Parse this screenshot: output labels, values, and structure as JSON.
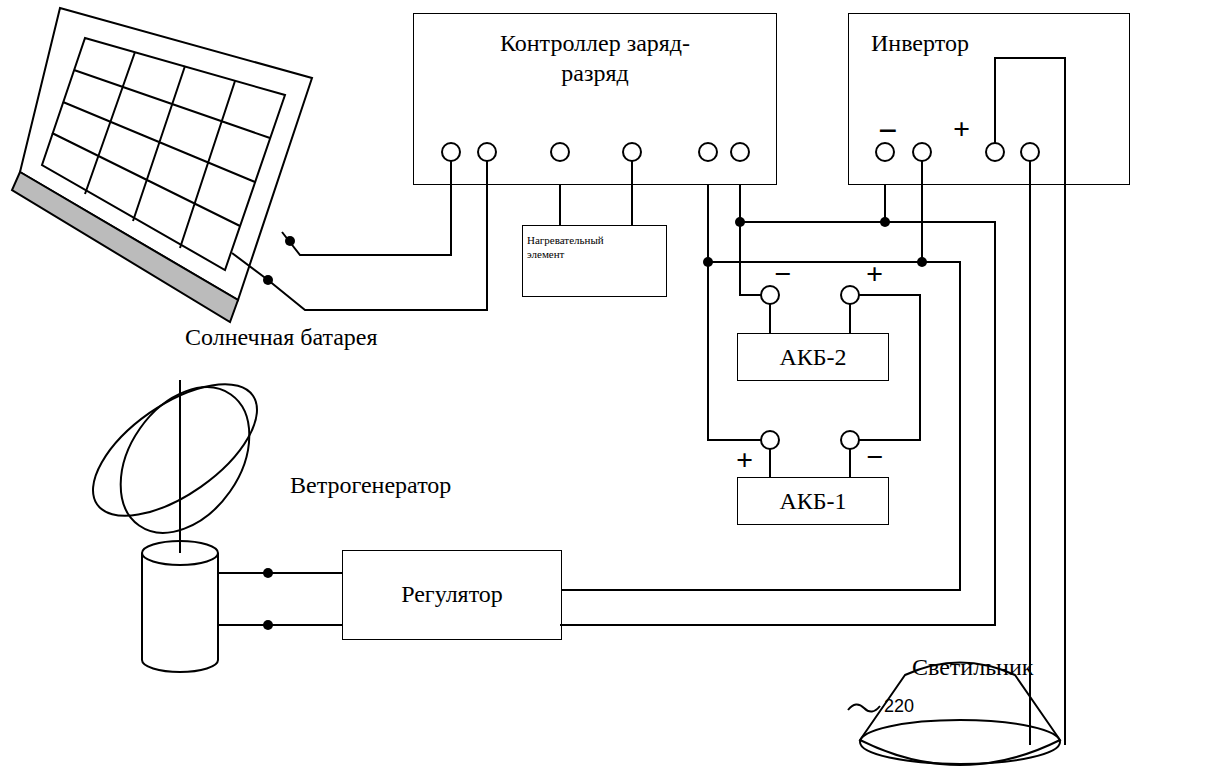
{
  "diagram": {
    "nodes": [
      {
        "text": [
          "Контроллер заряд-разряд"
        ]
      },
      {
        "text": [
          "Инвертор"
        ]
      },
      {
        "text": [
          "Нагревательный элемент"
        ]
      },
      {
        "text": [
          "АКБ-2"
        ]
      },
      {
        "text": [
          "АКБ-1"
        ]
      },
      {
        "text": [
          "Регулятор"
        ]
      }
    ],
    "edges": [
      {
        "from": 0,
        "to": 2,
        "arrow": "none"
      },
      {
        "from": 0,
        "to": 3,
        "arrow": "none"
      },
      {
        "from": 0,
        "to": 4,
        "arrow": "none"
      },
      {
        "from": 0,
        "to": 1,
        "arrow": "none"
      },
      {
        "from": 5,
        "to": 0,
        "arrow": "none"
      },
      {
        "from": 3,
        "to": 4,
        "arrow": "none"
      }
    ],
    "labels": [
      "Солнечная батарея",
      "Ветрогенератор",
      "Светильник",
      "220",
      "−",
      "+",
      "−",
      "+",
      "+",
      "−"
    ]
  }
}
